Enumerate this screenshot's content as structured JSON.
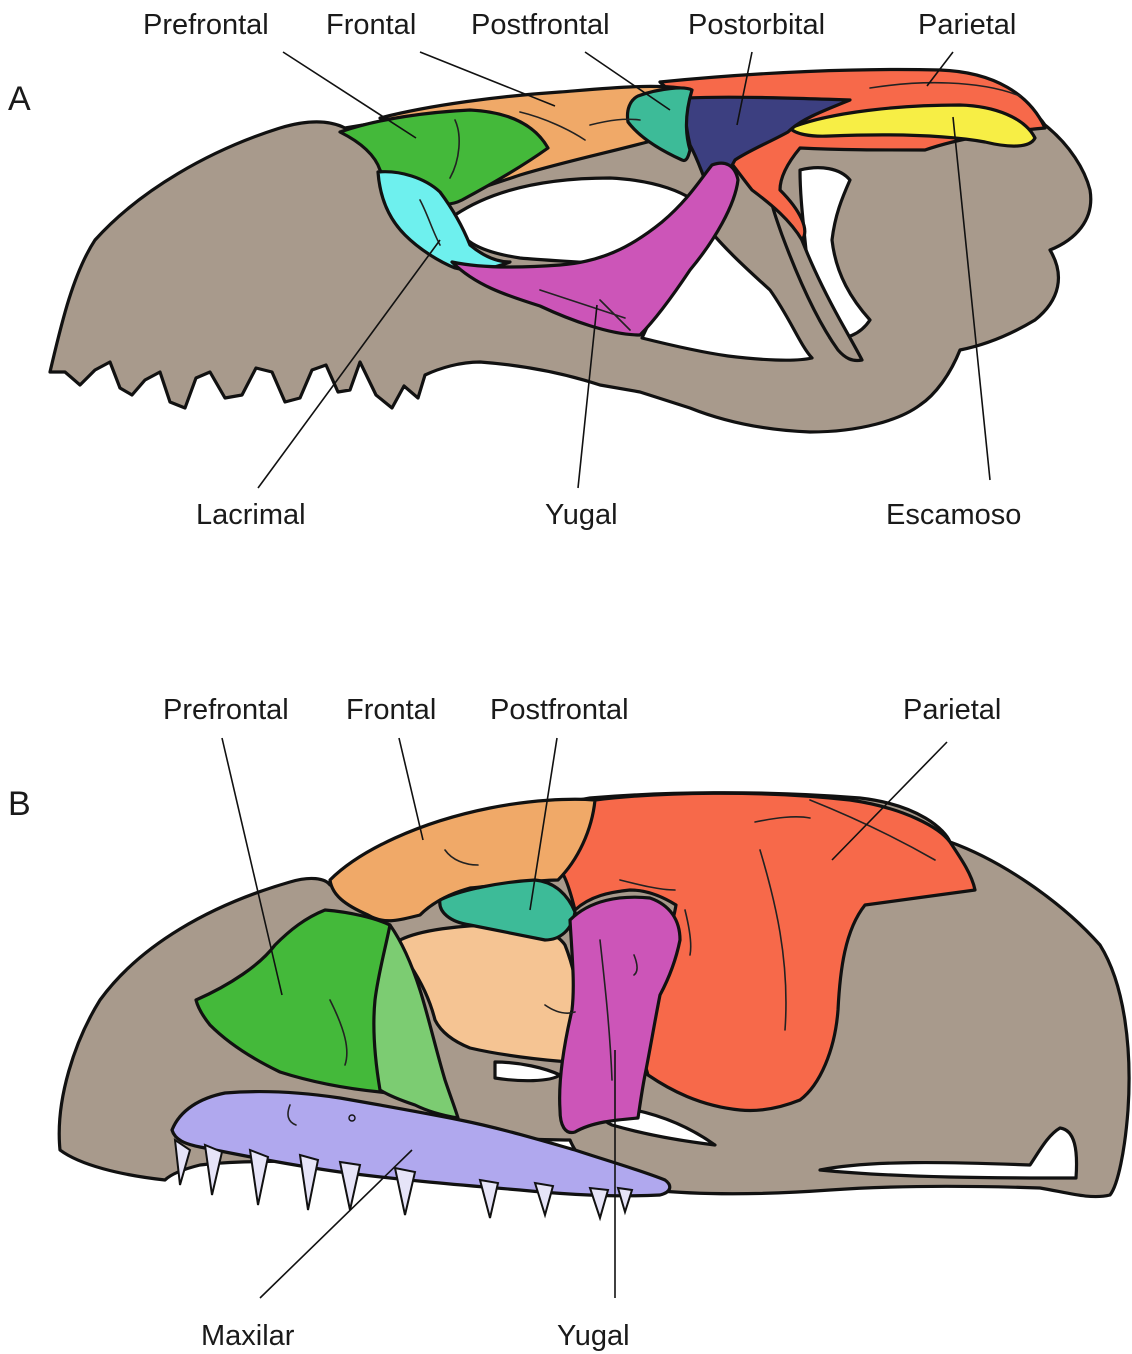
{
  "panels": {
    "a": {
      "letter": "A",
      "labels": {
        "prefrontal": "Prefrontal",
        "frontal": "Frontal",
        "postfrontal": "Postfrontal",
        "postorbital": "Postorbital",
        "parietal": "Parietal",
        "lacrimal": "Lacrimal",
        "yugal": "Yugal",
        "escamoso": "Escamoso"
      }
    },
    "b": {
      "letter": "B",
      "labels": {
        "prefrontal": "Prefrontal",
        "frontal": "Frontal",
        "postfrontal": "Postfrontal",
        "parietal": "Parietal",
        "maxilar": "Maxilar",
        "yugal": "Yugal"
      }
    }
  },
  "colors": {
    "skull": "#a89a8c",
    "prefrontal": "#44b93a",
    "prefrontal_light": "#7ccc72",
    "frontal": "#f0a968",
    "frontal_light": "#f5c493",
    "postfrontal": "#3dbb98",
    "postorbital": "#3c3f80",
    "parietal": "#f7694a",
    "lacrimal": "#6ef0ee",
    "yugal": "#cc55b8",
    "escamoso": "#f7ee45",
    "maxilar": "#b0a8ee",
    "teeth": "#e6e4f8"
  }
}
